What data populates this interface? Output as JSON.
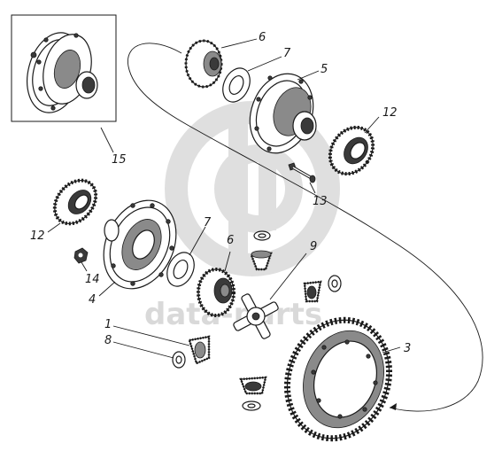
{
  "watermark": {
    "text": "data-parts",
    "color": "#d9d9d9"
  },
  "callouts": [
    {
      "id": "c1",
      "text": "1"
    },
    {
      "id": "c3",
      "text": "3"
    },
    {
      "id": "c4",
      "text": "4"
    },
    {
      "id": "c5",
      "text": "5"
    },
    {
      "id": "c6a",
      "text": "6"
    },
    {
      "id": "c6b",
      "text": "6"
    },
    {
      "id": "c7a",
      "text": "7"
    },
    {
      "id": "c7b",
      "text": "7"
    },
    {
      "id": "c8",
      "text": "8"
    },
    {
      "id": "c9",
      "text": "9"
    },
    {
      "id": "c12a",
      "text": "12"
    },
    {
      "id": "c12b",
      "text": "12"
    },
    {
      "id": "c13",
      "text": "13"
    },
    {
      "id": "c14",
      "text": "14"
    },
    {
      "id": "c15",
      "text": "15"
    }
  ]
}
